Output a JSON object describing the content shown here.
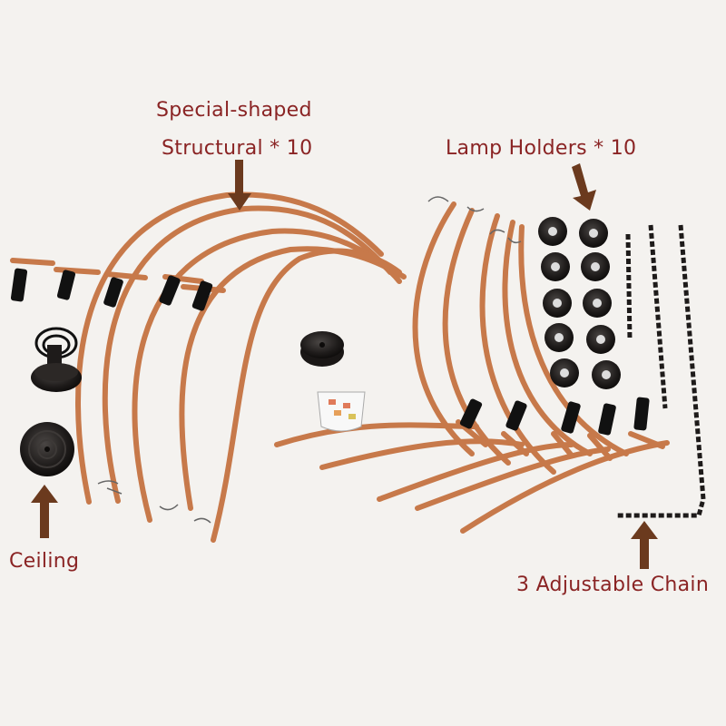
{
  "labels": {
    "special_shaped_line1": "Special-shaped",
    "special_shaped_line2": "Structural * 10",
    "lamp_holders": "Lamp Holders * 10",
    "ceiling": "Ceiling",
    "chain": "3 Adjustable Chain"
  },
  "colors": {
    "background": "#f4f2ef",
    "label_text": "#8a2424",
    "arrow": "#6b3a1e",
    "wood": "#c7794a",
    "hardware": "#1e1b1a"
  }
}
